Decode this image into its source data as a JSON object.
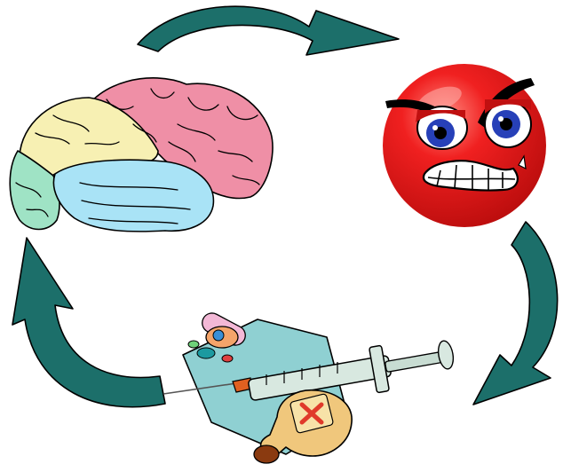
{
  "diagram": {
    "nodes": [
      {
        "id": "brain",
        "icon": "brain-icon"
      },
      {
        "id": "angry-face",
        "icon": "angry-face-icon"
      },
      {
        "id": "drugs",
        "icon": "drugs-icon"
      }
    ],
    "edges": [
      {
        "from": "brain",
        "to": "angry-face",
        "icon": "curved-arrow-icon"
      },
      {
        "from": "angry-face",
        "to": "drugs",
        "icon": "curved-arrow-icon"
      },
      {
        "from": "drugs",
        "to": "brain",
        "icon": "curved-arrow-icon"
      }
    ]
  },
  "colors": {
    "arrow": "#1c6f6a",
    "brain_frontal": "#f7f0b3",
    "brain_parietal": "#ef8fa6",
    "brain_temporal": "#a9e3f6",
    "brain_occipital": "#9fe3c5",
    "face": "#e01a1a",
    "eye": "#2740b8",
    "tray": "#8fd0d2",
    "bottle": "#f0c77c",
    "bottle_x": "#e03a2a"
  }
}
